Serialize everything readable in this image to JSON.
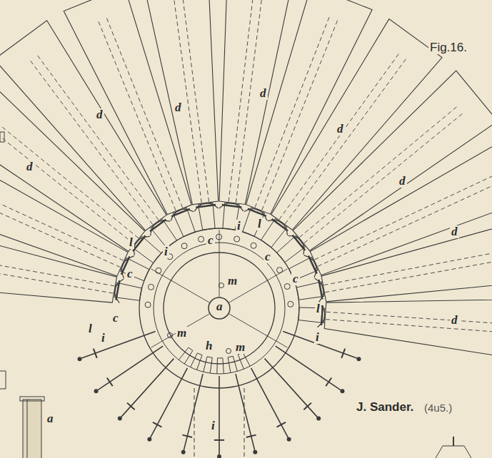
{
  "diagram": {
    "labels": [
      "Fig.16.",
      "d",
      "d",
      "d",
      "d",
      "d",
      "d",
      "d",
      "d",
      "l",
      "l",
      "l",
      "l",
      "c",
      "c",
      "c",
      "c",
      "c",
      "i",
      "i",
      "i",
      "i",
      "i",
      "m",
      "m",
      "m",
      "a",
      "a",
      "h",
      "J. Sander.",
      "(4u5.)"
    ]
  }
}
